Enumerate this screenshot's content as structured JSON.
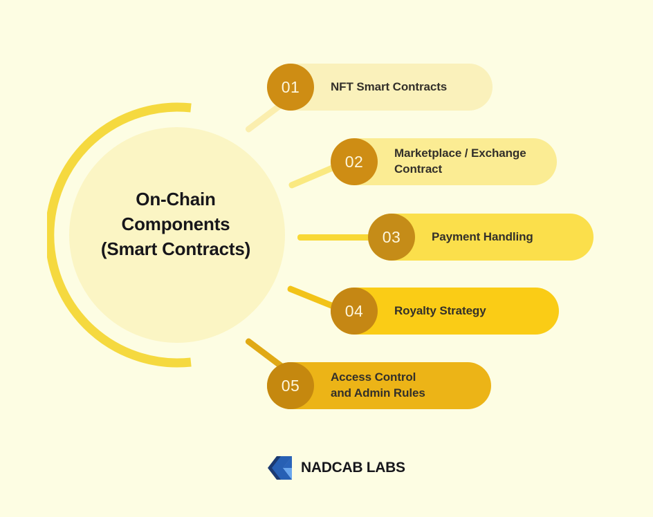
{
  "background_color": "#fdfde3",
  "hub": {
    "title_lines": [
      "On-Chain",
      "Components",
      "(Smart Contracts)"
    ],
    "disc_color": "#fbf5c4",
    "arc_color": "#f5d93f",
    "title_color": "#17161a"
  },
  "items": [
    {
      "number": "01",
      "lines": [
        "NFT Smart Contracts"
      ],
      "badge_color": "#ce8d14",
      "pill_color": "#faf1bb",
      "connector_color": "#fbeeae"
    },
    {
      "number": "02",
      "lines": [
        "Marketplace / Exchange",
        "Contract"
      ],
      "badge_color": "#ce8d14",
      "pill_color": "#fbec93",
      "connector_color": "#fae981"
    },
    {
      "number": "03",
      "lines": [
        "Payment Handling"
      ],
      "badge_color": "#c58c18",
      "pill_color": "#fbdf4b",
      "connector_color": "#f8d836"
    },
    {
      "number": "04",
      "lines": [
        "Royalty Strategy"
      ],
      "badge_color": "#c58714",
      "pill_color": "#facc16",
      "connector_color": "#f2c318"
    },
    {
      "number": "05",
      "lines": [
        "Access Control",
        "and Admin Rules"
      ],
      "badge_color": "#c5880f",
      "pill_color": "#ecb417",
      "connector_color": "#e0a914"
    }
  ],
  "logo": {
    "name": "NADCAB LABS",
    "mark_icon": "nadcab-chevron-logo-icon",
    "mark_dark_color": "#1b3a72",
    "mark_mid_color": "#2760b4",
    "mark_light_color": "#6aa7ee",
    "text_color": "#16161b"
  }
}
